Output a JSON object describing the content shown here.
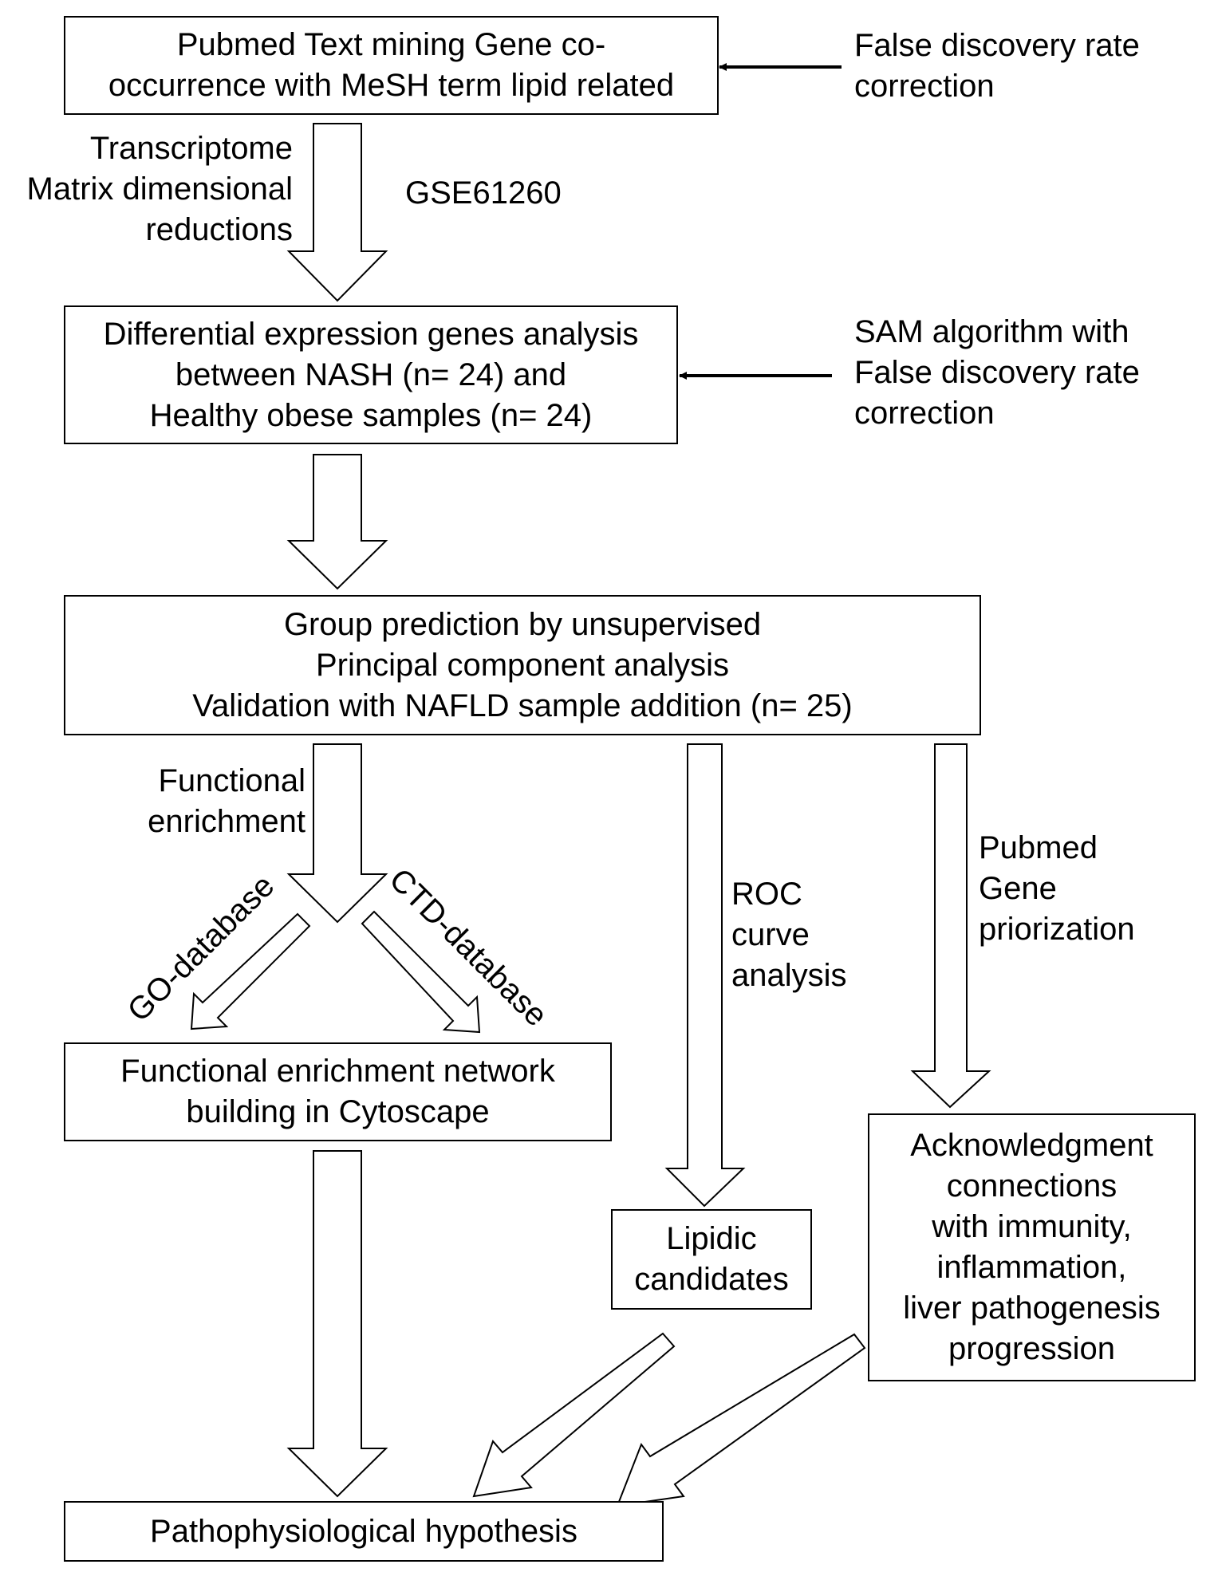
{
  "boxes": {
    "pubmed_text_mining": [
      "Pubmed  Text mining  Gene co-",
      "occurrence with MeSH term lipid related"
    ],
    "differential_expression": [
      "Differential expression genes analysis",
      "between NASH  (n= 24) and",
      "Healthy obese samples (n= 24)"
    ],
    "group_prediction": [
      "Group  prediction  by  unsupervised",
      "Principal  component  analysis",
      "Validation with NAFLD sample addition (n= 25)"
    ],
    "functional_network": [
      "Functional  enrichment  network",
      "building  in Cytoscape"
    ],
    "lipidic_candidates": [
      "Lipidic",
      "candidates"
    ],
    "acknowledgment": [
      "Acknowledgment",
      "connections",
      "with immunity,",
      "inflammation,",
      "liver pathogenesis",
      "progression"
    ],
    "hypothesis": [
      "Pathophysiological  hypothesis"
    ]
  },
  "labels": {
    "fdr_correction": [
      "False  discovery  rate",
      "correction"
    ],
    "sam_algorithm": [
      "SAM  algorithm  with",
      "False discovery rate",
      "correction"
    ],
    "transcriptome": [
      "Transcriptome",
      "Matrix dimensional",
      "reductions"
    ],
    "gse": "GSE61260",
    "functional_enrichment": [
      "Functional",
      "enrichment"
    ],
    "go_database": "GO-database",
    "ctd_database": "CTD-database",
    "roc": [
      "ROC",
      "curve",
      "analysis"
    ],
    "pubmed_gene": [
      "Pubmed",
      "Gene",
      "priorization"
    ]
  },
  "colors": {
    "stroke": "#000000",
    "fill": "#ffffff",
    "text": "#000000"
  }
}
